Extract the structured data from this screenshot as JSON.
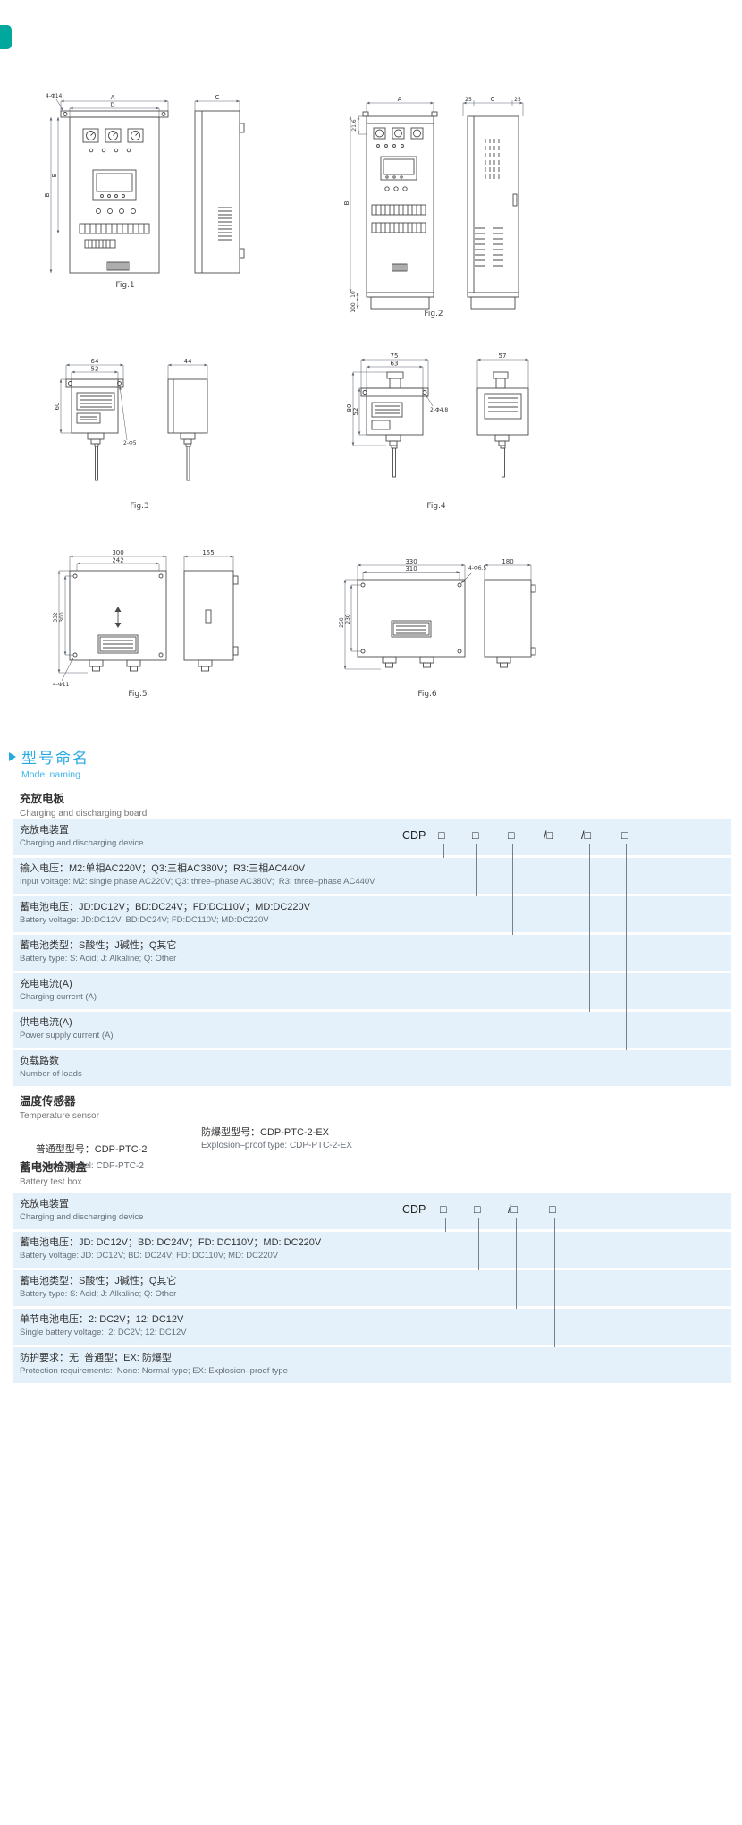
{
  "page": {
    "accent_blue": "#29a9e1",
    "accent_teal": "#00a79d",
    "band_blue": "#e4f1fa"
  },
  "figures": {
    "fig1": {
      "label": "Fig.1",
      "hole_note": "4-Φ14",
      "width_outer": "A",
      "width_inner": "D",
      "depth": "C",
      "height_outer": "B",
      "height_inner": "E"
    },
    "fig2": {
      "label": "Fig.2",
      "width": "A",
      "top_offset": "21.6",
      "height": "B",
      "base_dim": "10",
      "plinth_dim": "100",
      "depth_left": "25",
      "depth_mid": "C",
      "depth_right": "25"
    },
    "fig3": {
      "label": "Fig.3",
      "width_outer": "64",
      "width_inner": "52",
      "height": "60",
      "hole_note": "2-Φ5",
      "depth": "44"
    },
    "fig4": {
      "label": "Fig.4",
      "width_outer": "75",
      "width_inner": "63",
      "height_outer": "80",
      "height_inner": "52",
      "hole_note": "2-Φ4.8",
      "depth": "57"
    },
    "fig5": {
      "label": "Fig.5",
      "width_outer": "300",
      "width_inner": "242",
      "height_outer": "332",
      "height_inner": "300",
      "hole_note": "4-Φ11",
      "depth": "155"
    },
    "fig6": {
      "label": "Fig.6",
      "width_outer": "330",
      "width_inner": "310",
      "height_outer": "250",
      "height_inner": "230",
      "hole_note": "4-Φ6.5",
      "depth": "180"
    }
  },
  "model_naming": {
    "heading_cn": "型号命名",
    "heading_en": "Model naming",
    "board": {
      "title_cn": "充放电板",
      "title_en": "Charging and discharging board",
      "prefix": "CDP",
      "boxes": [
        "-□",
        "□",
        "□",
        "/□",
        "/□",
        "□"
      ],
      "rows": [
        {
          "cn": "充放电装置",
          "en": "Charging and discharging device"
        },
        {
          "cn": "输入电压：M2:单相AC220V；Q3:三相AC380V；R3:三相AC440V",
          "en": "Input voltage: M2: single phase AC220V; Q3: three–phase AC380V;  R3: three–phase AC440V"
        },
        {
          "cn": "蓄电池电压：JD:DC12V；BD:DC24V；FD:DC110V；MD:DC220V",
          "en": "Battery voltage: JD:DC12V; BD:DC24V; FD:DC110V; MD:DC220V"
        },
        {
          "cn": "蓄电池类型：S酸性；J碱性；Q其它",
          "en": "Battery type: S: Acid; J: Alkaline; Q: Other"
        },
        {
          "cn": "充电电流(A)",
          "en": "Charging current (A)"
        },
        {
          "cn": "供电电流(A)",
          "en": "Power supply current (A)"
        },
        {
          "cn": "负载路数",
          "en": "Number of loads"
        }
      ]
    },
    "sensor": {
      "title_cn": "温度传感器",
      "title_en": "Temperature sensor",
      "normal_cn": "普通型型号：CDP-PTC-2",
      "explosion_cn": "防爆型型号：CDP-PTC-2-EX",
      "normal_en": "Normal model: CDP-PTC-2",
      "explosion_en": "Explosion–proof type: CDP-PTC-2-EX"
    },
    "test_box": {
      "title_cn": "蓄电池检测盒",
      "title_en": "Battery test box",
      "prefix": "CDP",
      "boxes": [
        "-□",
        "□",
        "/□",
        "-□"
      ],
      "rows": [
        {
          "cn": "充放电装置",
          "en": "Charging and discharging device"
        },
        {
          "cn": "蓄电池电压：JD: DC12V；BD: DC24V；FD: DC110V；MD: DC220V",
          "en": "Battery voltage: JD: DC12V; BD: DC24V; FD: DC110V; MD: DC220V"
        },
        {
          "cn": "蓄电池类型：S酸性；J碱性；Q其它",
          "en": "Battery type: S: Acid; J: Alkaline; Q: Other"
        },
        {
          "cn": "单节电池电压：2: DC2V；12: DC12V",
          "en": "Single battery voltage:  2: DC2V; 12: DC12V"
        },
        {
          "cn": "防护要求：无: 普通型；EX: 防爆型",
          "en": "Protection requirements:  None: Normal type; EX: Explosion–proof type"
        }
      ]
    }
  }
}
